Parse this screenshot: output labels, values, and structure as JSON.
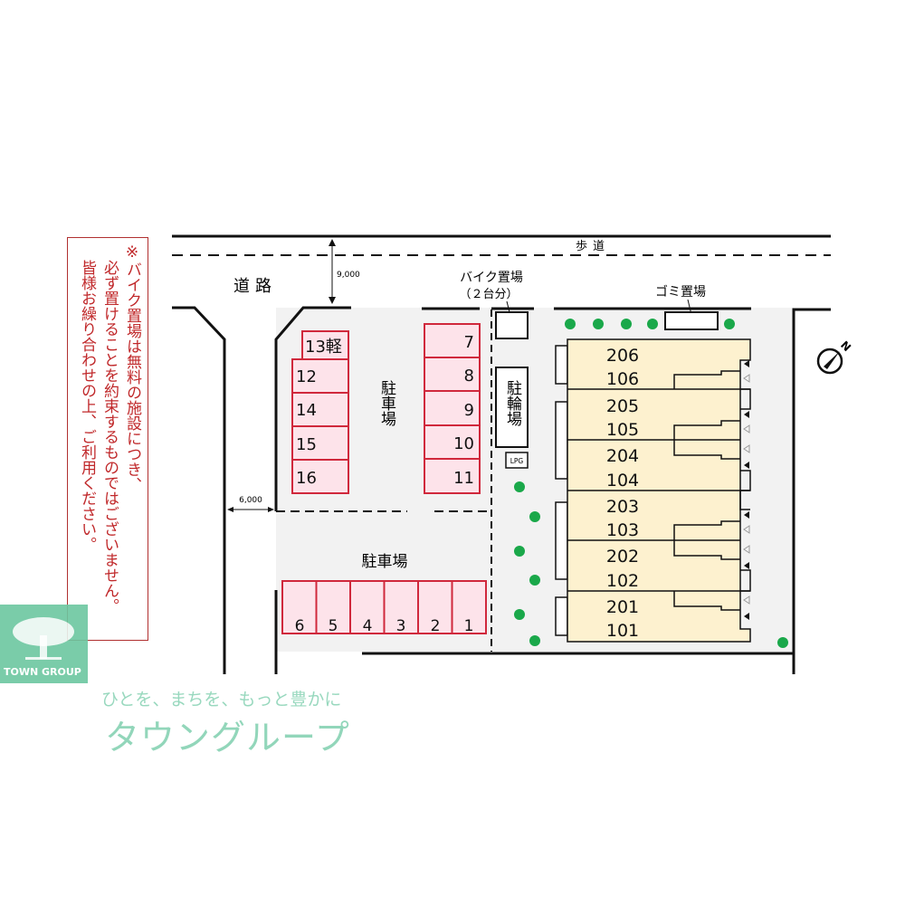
{
  "notice": {
    "lines": [
      "※バイク置場は無料の施設につき、",
      "必ず置けることを約束するものではございません。",
      "皆様お繰り合わせの上、ご利用ください。"
    ]
  },
  "roads": {
    "sidewalk": "歩道",
    "road": "道路",
    "road_width": "9,000",
    "side_road_width": "6,000"
  },
  "parking": {
    "label_upper": "駐車場",
    "label_lower": "駐車場",
    "left_column": [
      "13軽",
      "12",
      "14",
      "15",
      "16"
    ],
    "right_column": [
      "7",
      "8",
      "9",
      "10",
      "11"
    ],
    "bottom_row": [
      "6",
      "5",
      "4",
      "3",
      "2",
      "1"
    ],
    "space_color": "#fde3ea",
    "border_color": "#d0283c"
  },
  "facilities": {
    "bike_parking": "バイク置場",
    "bike_capacity": "（２台分）",
    "bicycle_parking": "駐輪場",
    "lpg": "LPG",
    "garbage": "ゴミ置場"
  },
  "building": {
    "color": "#fdf1cf",
    "units": [
      [
        "206",
        "106"
      ],
      [
        "205",
        "105"
      ],
      [
        "204",
        "104"
      ],
      [
        "203",
        "103"
      ],
      [
        "202",
        "102"
      ],
      [
        "201",
        "101"
      ]
    ]
  },
  "compass": {
    "label": "N",
    "icon": "north-arrow-icon"
  },
  "watermark": {
    "logo_text": "TOWN GROUP",
    "tagline": "ひとを、まちを、もっと豊かに",
    "brand": "タウングループ",
    "color": "#6cc7a0"
  },
  "tree_color": "#1aa84a"
}
